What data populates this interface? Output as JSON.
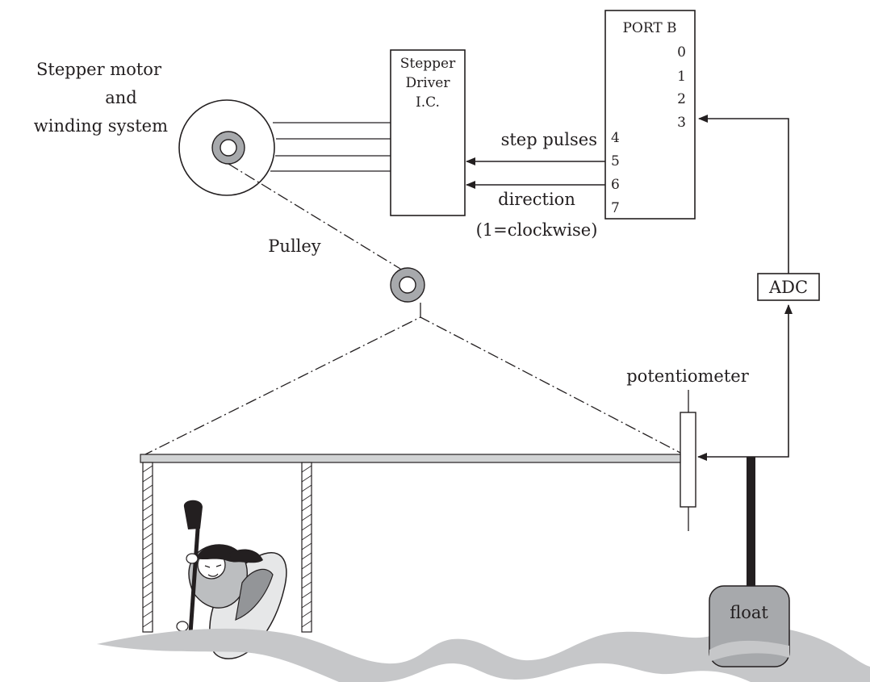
{
  "labels": {
    "motor_line1": "Stepper motor",
    "motor_line2": "and",
    "motor_line3": "winding system",
    "driver_line1": "Stepper",
    "driver_line2": "Driver",
    "driver_line3": "I.C.",
    "port_title": "PORT B",
    "pins": [
      "0",
      "1",
      "2",
      "3",
      "4",
      "5",
      "6",
      "7"
    ],
    "step_pulses": "step pulses",
    "direction": "direction",
    "direction_note": "(1=clockwise)",
    "pulley": "Pulley",
    "adc": "ADC",
    "potentiometer": "potentiometer",
    "float": "float"
  },
  "colors": {
    "ink": "#231f20",
    "water": "#c6c7c9",
    "float_fill": "#a7a9ac",
    "pulley_ring": "#a7a9ac",
    "beam_fill": "#d1d3d4"
  },
  "icons": {
    "kayaker": "kayaker-illustration",
    "arrow": "arrowhead"
  }
}
